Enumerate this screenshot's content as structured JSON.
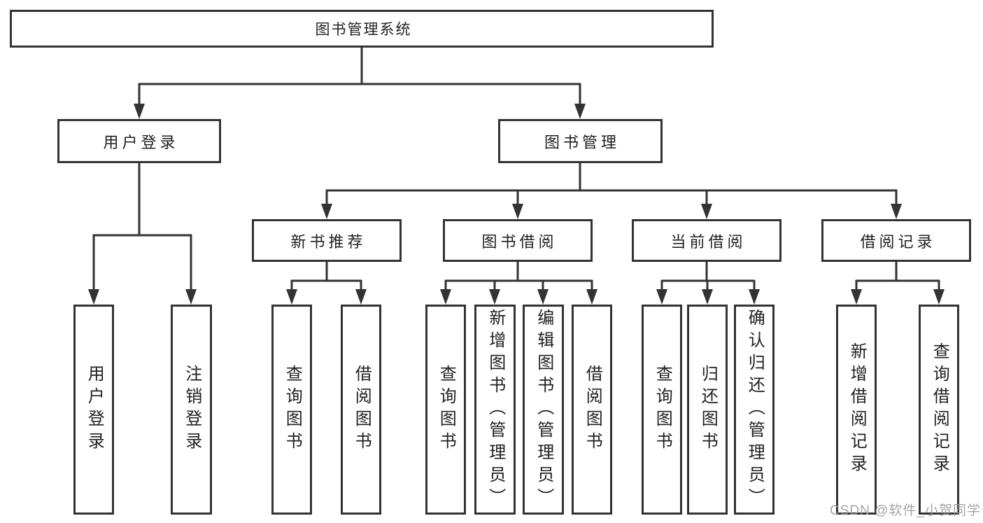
{
  "tree": {
    "root": {
      "label": "图书管理系统",
      "children": [
        {
          "label": "用户登录",
          "children": [
            {
              "label": "用户登录"
            },
            {
              "label": "注销登录"
            }
          ]
        },
        {
          "label": "图书管理",
          "children": [
            {
              "label": "新书推荐",
              "children": [
                {
                  "label": "查询图书"
                },
                {
                  "label": "借阅图书"
                }
              ]
            },
            {
              "label": "图书借阅",
              "children": [
                {
                  "label": "查询图书"
                },
                {
                  "label": "新增图书（管理员）"
                },
                {
                  "label": "编辑图书（管理员）"
                },
                {
                  "label": "借阅图书"
                }
              ]
            },
            {
              "label": "当前借阅",
              "children": [
                {
                  "label": "查询图书"
                },
                {
                  "label": "归还图书"
                },
                {
                  "label": "确认归还（管理员）"
                }
              ]
            },
            {
              "label": "借阅记录",
              "children": [
                {
                  "label": "新增借阅记录"
                },
                {
                  "label": "查询借阅记录"
                }
              ]
            }
          ]
        }
      ]
    }
  },
  "watermark": {
    "text": "CSDN @软件_小贺同学"
  },
  "colors": {
    "line": "#333333",
    "text": "#212121",
    "background": "#ffffff",
    "watermark": "#9b9b9b"
  }
}
